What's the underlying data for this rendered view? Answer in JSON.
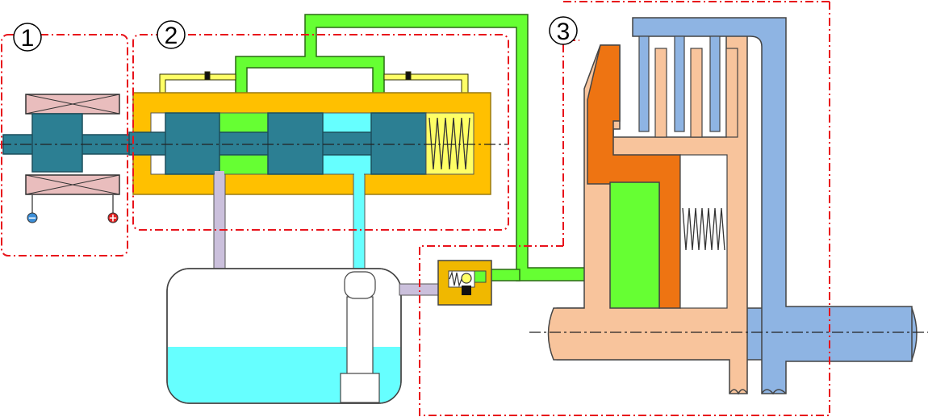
{
  "sections": [
    {
      "label": "1"
    },
    {
      "label": "2"
    },
    {
      "label": "3"
    }
  ],
  "terminals": {
    "negative": "−",
    "positive": "+"
  },
  "colors": {
    "boundary": "#e8131b",
    "orifice_housing": "#f0b800",
    "valve_body": "#ffc000",
    "spool": "#2c7f93",
    "solenoid_coil": "#e9bdbd",
    "pressure_chamber": "#66ff33",
    "return_chamber": "#66ffff",
    "pilot_line": "#ffff66",
    "clutch_housing": "#f8c49c",
    "clutch_piston_plate": "#ee7412",
    "clutch_drum": "#8eb4e3",
    "tank_fluid": "#66ffff",
    "return_pipe": "#cbc0dc",
    "negative_terminal": "#3b8ed8",
    "positive_terminal": "#e02222"
  }
}
